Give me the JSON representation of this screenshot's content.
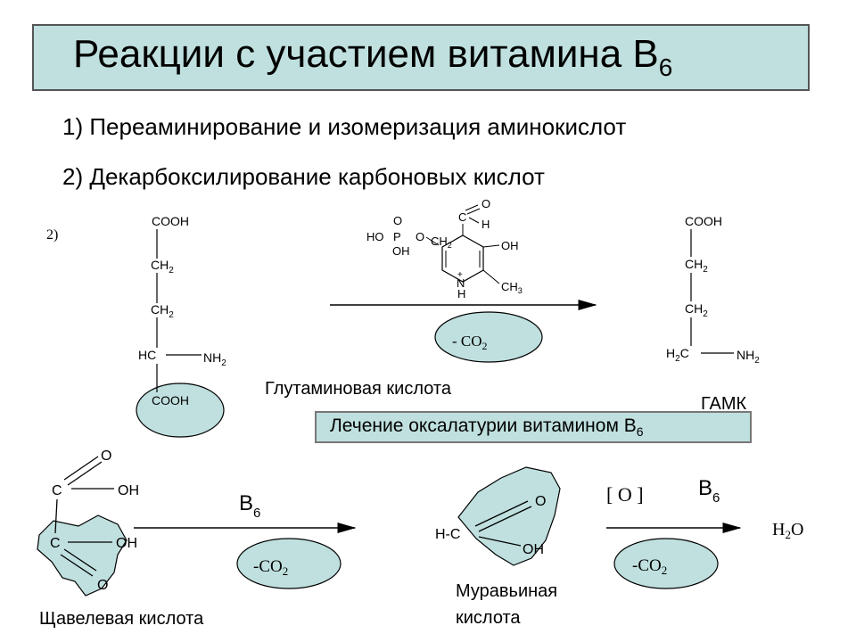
{
  "title": {
    "main": "Реакции  с участием витамина В",
    "sub": "6"
  },
  "list": {
    "item1": "1) Переаминирование  и изомеризация аминокислот",
    "item2": "2) Декарбоксилирование карбоновых кислот"
  },
  "reaction1": {
    "number": "2)",
    "glutamic": {
      "cooh_top": "COOH",
      "ch2_a": "CH",
      "ch2_b": "CH",
      "hc": "HC",
      "nh2": "NH",
      "cooh_bottom": "COOH",
      "sub2": "2"
    },
    "glutamic_label": "Глутаминовая кислота",
    "cofactor": {
      "o_top": "O",
      "c": "C",
      "h": "H",
      "o_left": "O",
      "ho": "HO",
      "p": "P",
      "o_mid": "O",
      "oh_p": "OH",
      "ch2": "CH",
      "oh": "OH",
      "n": "N",
      "h_n": "H",
      "ch3": "CH",
      "sub2": "2",
      "sub3": "3",
      "plus": "+"
    },
    "minus_co2": "- CO",
    "co2_sub": "2",
    "gaba": {
      "cooh": "COOH",
      "ch2_a": "CH",
      "ch2_b": "CH",
      "h2c": "H",
      "c": "C",
      "nh2": "NH",
      "sub2": "2"
    },
    "gaba_label": "ГАМК"
  },
  "note": {
    "text": "Лечение оксалатурии витамином В",
    "sub": "6"
  },
  "reaction2": {
    "oxalic": {
      "o_top": "O",
      "c_top": "C",
      "oh_top": "OH",
      "c_bottom": "C",
      "oh_bottom": "OH",
      "o_bottom": "O"
    },
    "oxalic_label": "Щавелевая кислота",
    "b6": {
      "text": "В",
      "sub": "6"
    },
    "minus_co2": "-CO",
    "co2_sub": "2"
  },
  "reaction3": {
    "formic": {
      "hc": "H-C",
      "o": "O",
      "oh": "OH"
    },
    "formic_label_1": "Муравьиная",
    "formic_label_2": "кислота",
    "oxidant": "[ O ]",
    "b6": {
      "text": "В",
      "sub": "6"
    },
    "minus_co2": "-CO",
    "co2_sub": "2",
    "product": {
      "h": "H",
      "sub": "2",
      "o": "O"
    }
  },
  "colors": {
    "fill_teal": "#bfe0de",
    "box_border": "#555555"
  }
}
